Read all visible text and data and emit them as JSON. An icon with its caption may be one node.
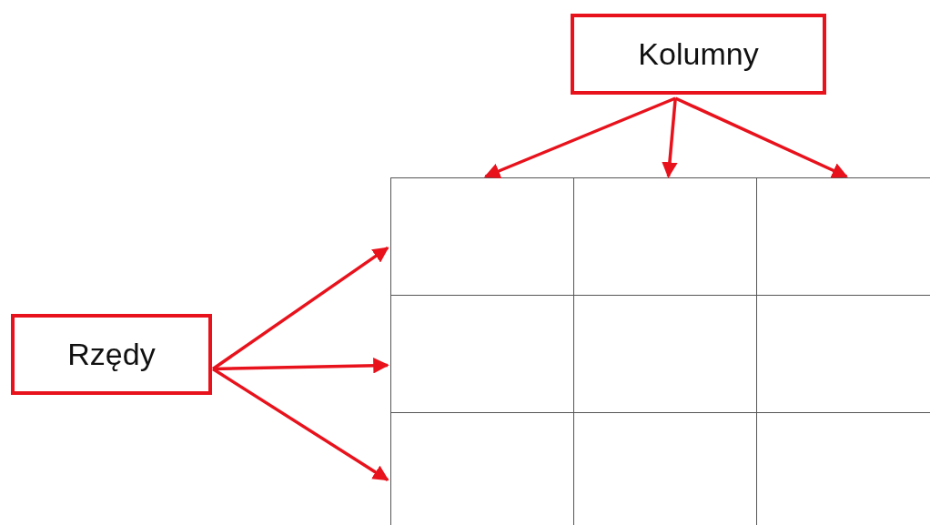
{
  "diagram": {
    "nodes": [
      {
        "text": [
          "Kolumny"
        ]
      },
      {
        "text": [
          "Rzędy"
        ]
      },
      {
        "text": [],
        "shape": "box"
      },
      {
        "text": [],
        "shape": "box"
      },
      {
        "text": [],
        "shape": "box"
      },
      {
        "text": [],
        "shape": "box"
      },
      {
        "text": [],
        "shape": "box"
      },
      {
        "text": [],
        "shape": "box"
      },
      {
        "text": [],
        "shape": "box"
      },
      {
        "text": [],
        "shape": "box"
      },
      {
        "text": [],
        "shape": "box"
      }
    ],
    "edges": [
      {
        "from": 0,
        "to": 2,
        "arrow": "to"
      },
      {
        "from": 0,
        "to": 3,
        "arrow": "to"
      },
      {
        "from": 0,
        "to": 4,
        "arrow": "to"
      },
      {
        "from": 1,
        "to": 2,
        "arrow": "to"
      },
      {
        "from": 1,
        "to": 5,
        "arrow": "to"
      },
      {
        "from": 1,
        "to": 8,
        "arrow": "to"
      }
    ]
  }
}
